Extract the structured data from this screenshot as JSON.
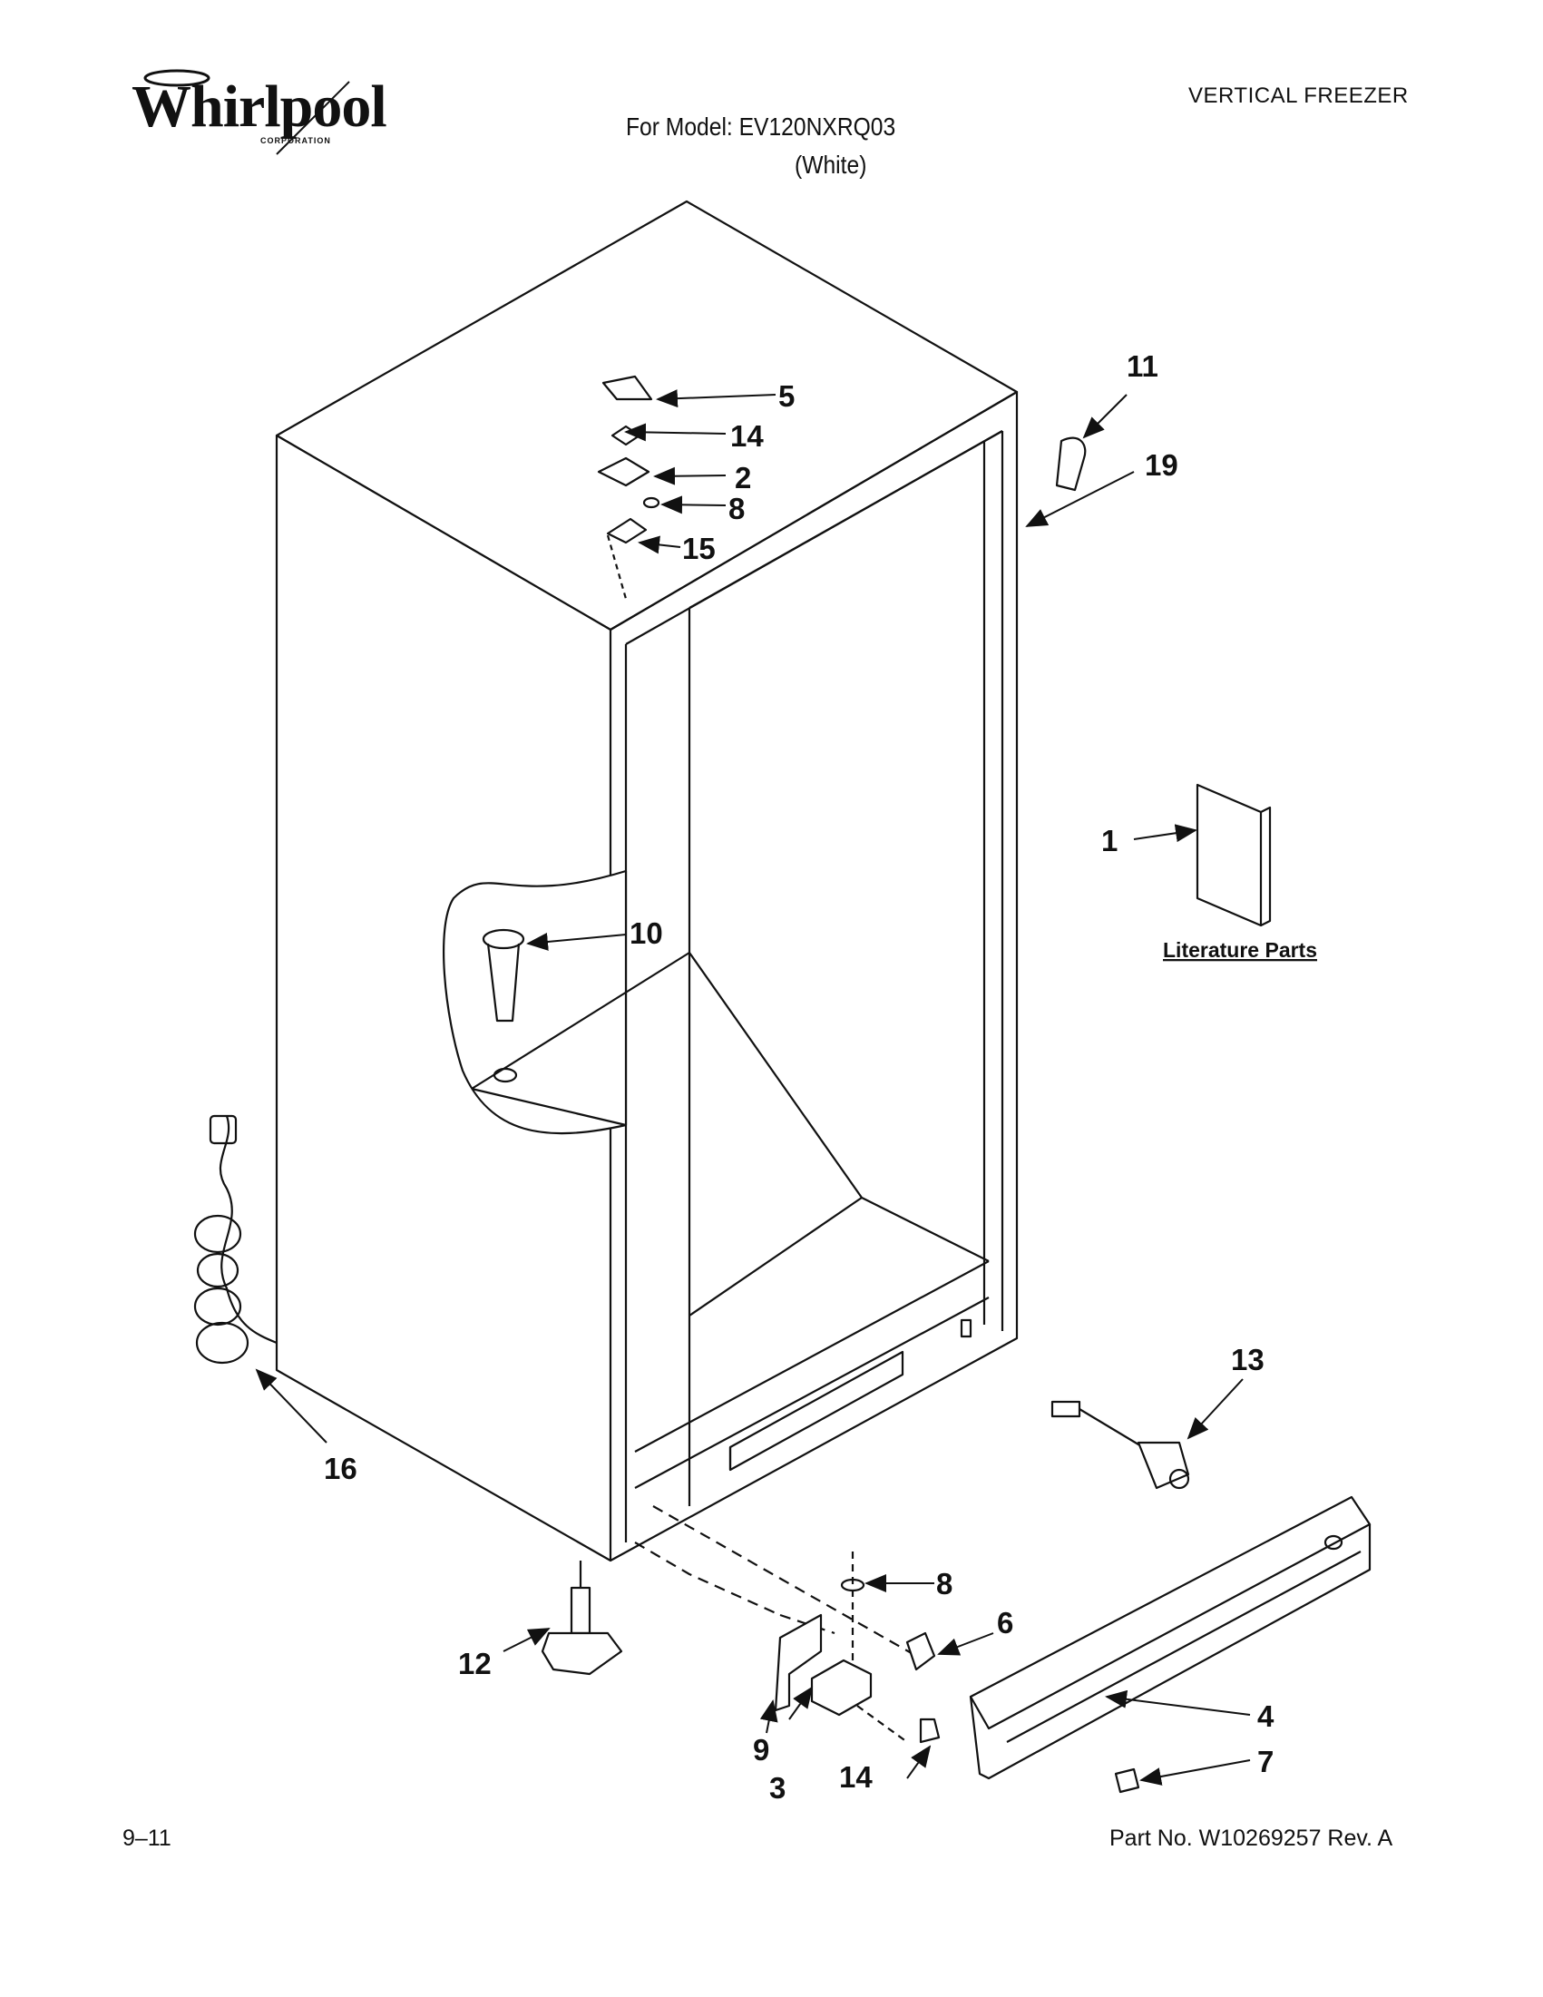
{
  "brand": {
    "name": "Whirlpool",
    "sub": "CORPORATION"
  },
  "header": {
    "category": "VERTICAL FREEZER",
    "model": "For Model: EV120NXRQ03",
    "color": "(White)"
  },
  "diagram": {
    "literature_label": "Literature Parts",
    "callouts": {
      "c1": "1",
      "c2": "2",
      "c3": "3",
      "c4": "4",
      "c5": "5",
      "c6": "6",
      "c7": "7",
      "c8a": "8",
      "c8b": "8",
      "c9": "9",
      "c10": "10",
      "c11": "11",
      "c12": "12",
      "c13": "13",
      "c14a": "14",
      "c14b": "14",
      "c15": "15",
      "c16": "16",
      "c19": "19"
    }
  },
  "footer": {
    "date": "9–11",
    "part_no": "Part No. W10269257 Rev. A"
  }
}
